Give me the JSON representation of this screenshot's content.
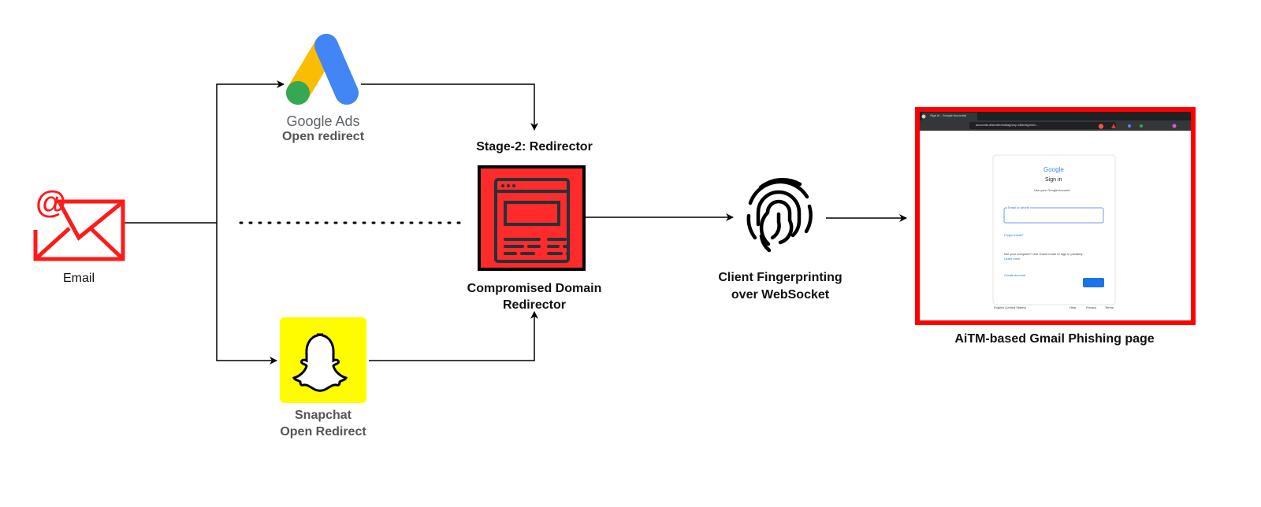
{
  "nodes": {
    "email": {
      "label": "Email",
      "icon": "email-at-icon",
      "color": "#ff1a1a"
    },
    "google_ads": {
      "brand": "Google Ads",
      "label": "Open redirect",
      "icon": "google-ads-logo"
    },
    "snapchat": {
      "label_line1": "Snapchat",
      "label_line2": "Open Redirect",
      "icon": "snapchat-ghost-icon",
      "color": "#fffc00"
    },
    "redirector": {
      "title": "Stage-2: Redirector",
      "label_line1": "Compromised Domain",
      "label_line2": "Redirector",
      "icon": "browser-window-icon",
      "color": "#ff2a2a"
    },
    "fingerprint": {
      "label_line1": "Client Fingerprinting",
      "label_line2": "over WebSocket",
      "icon": "fingerprint-icon"
    },
    "phishing": {
      "caption": "AiTM-based Gmail Phishing page",
      "border_color": "#ff0000"
    }
  },
  "phishing_screenshot": {
    "tab_title": "Sign in - Google Accounts",
    "url": "accounts.disturbedmdiagroup.click/signin/v...",
    "logo": "Google",
    "heading": "Sign in",
    "subheading": "Use your Google Account",
    "field_label": "Email or phone",
    "forgot": "Forgot email?",
    "guest_text": "Not your computer? Use Guest mode to sign in privately.",
    "learn_more": "Learn more",
    "create_account": "Create account",
    "next": "Next",
    "language": "English (United States)",
    "footer": [
      "Help",
      "Privacy",
      "Terms"
    ]
  }
}
